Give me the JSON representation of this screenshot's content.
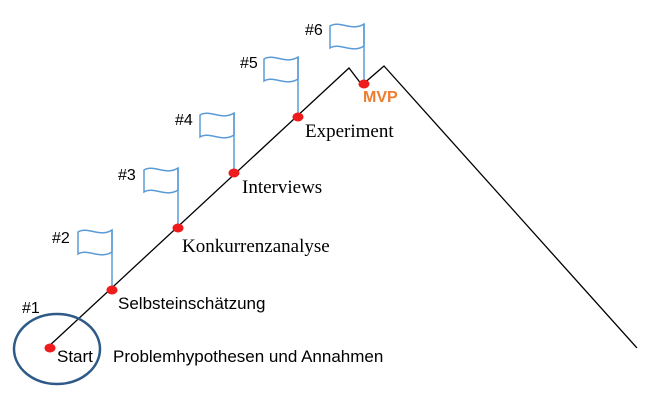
{
  "colors": {
    "line": "#000000",
    "flag": "#5b9bd5",
    "dot": "#ee1c1c",
    "circle": "#2e5a88",
    "mvp": "#ed7d31"
  },
  "steps": [
    {
      "number": "#1",
      "label": "Start",
      "flag": false
    },
    {
      "number": "#2",
      "label": "Selbsteinschätzung",
      "flag": true
    },
    {
      "number": "#3",
      "label": "Konkurrenzanalyse",
      "flag": true
    },
    {
      "number": "#4",
      "label": "Interviews",
      "flag": true
    },
    {
      "number": "#5",
      "label": "Experiment",
      "flag": true
    },
    {
      "number": "#6",
      "label": "MVP",
      "flag": true
    }
  ],
  "start_note": "Problemhypothesen  und Annahmen"
}
